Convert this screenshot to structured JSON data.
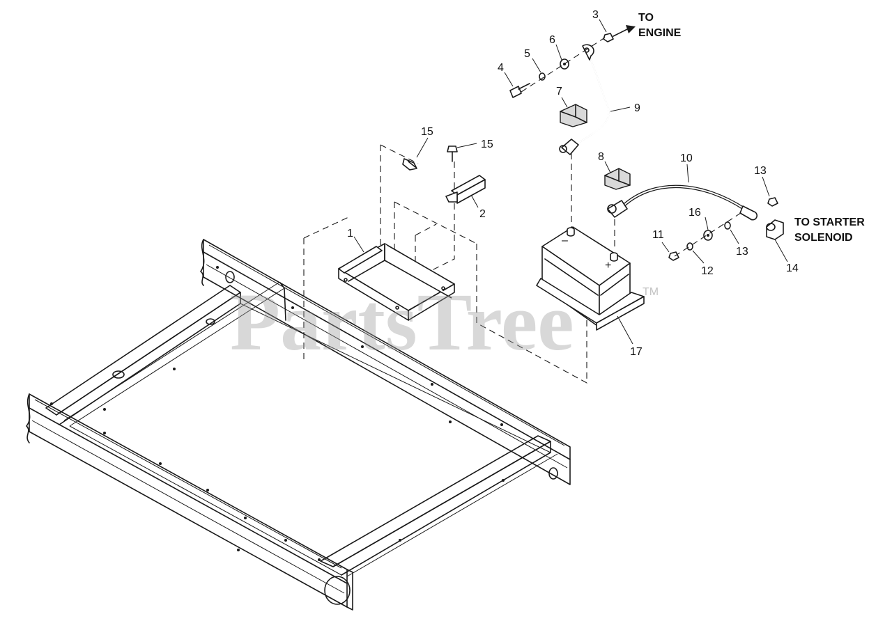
{
  "watermark": {
    "text": "PartsTree",
    "trademark": "TM"
  },
  "notes": {
    "to_engine": [
      "TO",
      "ENGINE"
    ],
    "to_starter": [
      "TO STARTER",
      "SOLENOID"
    ]
  },
  "callouts": {
    "c1": "1",
    "c2": "2",
    "c3": "3",
    "c4": "4",
    "c5": "5",
    "c6": "6",
    "c7": "7",
    "c8": "8",
    "c9": "9",
    "c10": "10",
    "c11": "11",
    "c12": "12",
    "c13a": "13",
    "c13b": "13",
    "c14": "14",
    "c15a": "15",
    "c15b": "15",
    "c16": "16",
    "c17": "17"
  },
  "battery": {
    "neg": "–",
    "pos": "+"
  }
}
